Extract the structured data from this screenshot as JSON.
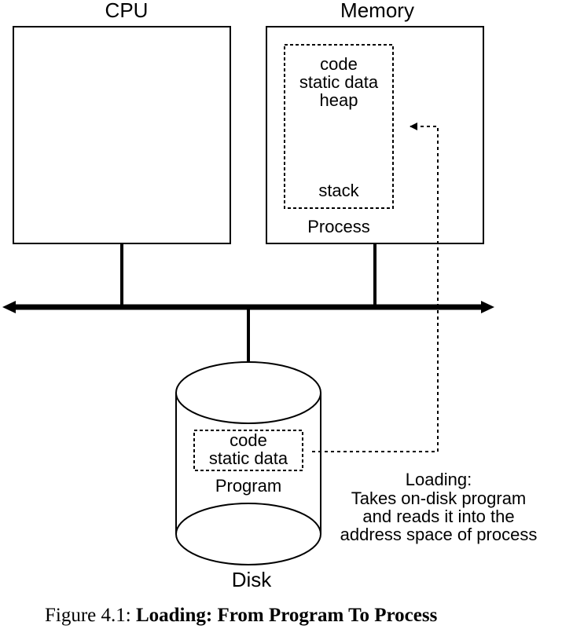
{
  "cpu": {
    "label": "CPU"
  },
  "memory": {
    "label": "Memory",
    "process": {
      "lines": [
        "code",
        "static data",
        "heap"
      ],
      "stack": "stack",
      "label": "Process"
    }
  },
  "disk": {
    "label": "Disk",
    "program": {
      "lines": [
        "code",
        "static data"
      ],
      "label": "Program"
    }
  },
  "loading_note": {
    "lines": [
      "Loading:",
      "Takes on-disk program",
      "and reads it into the",
      "address space of process"
    ]
  },
  "caption": {
    "prefix": "Figure 4.1:",
    "title": "Loading: From Program To Process"
  }
}
